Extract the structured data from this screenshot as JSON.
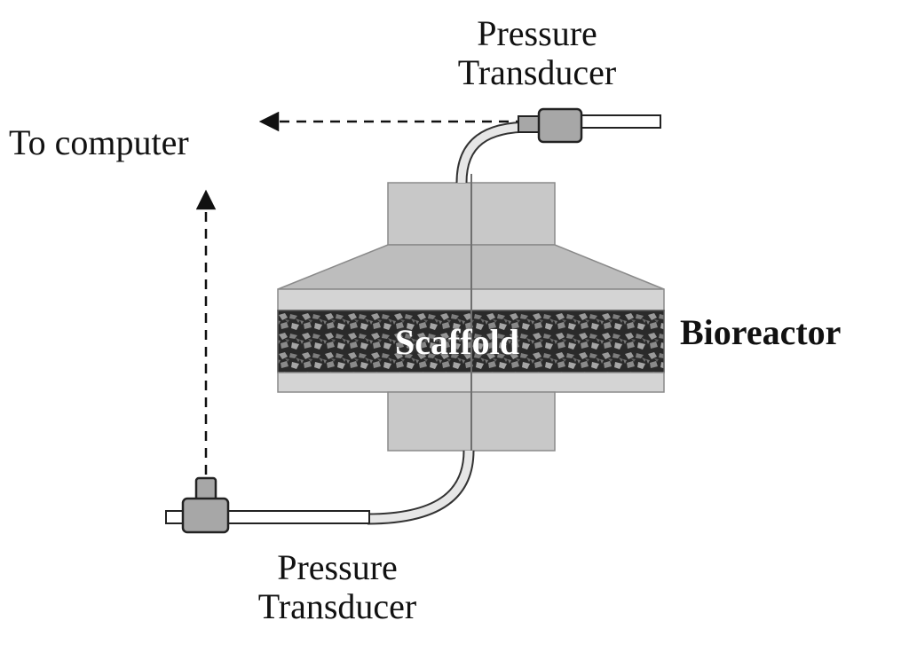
{
  "labels": {
    "top_transducer_line1": "Pressure",
    "top_transducer_line2": "Transducer",
    "to_computer": "To computer",
    "bioreactor": "Bioreactor",
    "scaffold": "Scaffold",
    "bottom_transducer_line1": "Pressure",
    "bottom_transducer_line2": "Transducer"
  },
  "colors": {
    "housing_fill": "#c8c8c8",
    "housing_stroke": "#8a8a8a",
    "cone_fill": "#bdbdbd",
    "plate_fill": "#d4d4d4",
    "scaffold_dark": "#1c1c1c",
    "scaffold_light": "#8e8e8e",
    "transducer_fill": "#a7a7a7",
    "tube_fill": "#e6e6e6",
    "line": "#111111"
  }
}
